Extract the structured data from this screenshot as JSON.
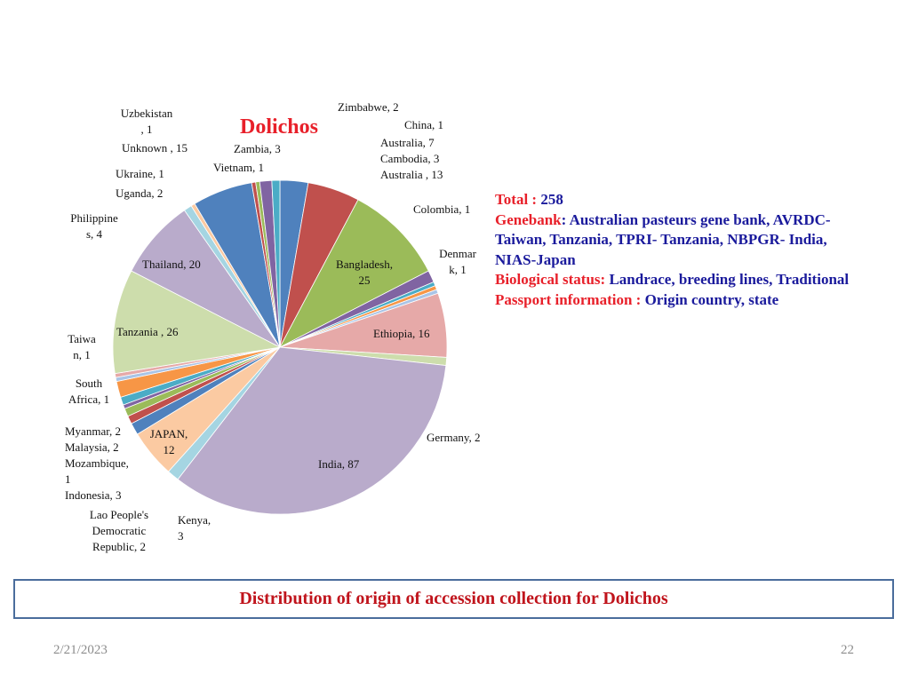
{
  "chart_data": {
    "type": "pie",
    "title": "Dolichos",
    "slices": [
      {
        "name": "Australia",
        "value": 7,
        "lines": [
          "Australia, 7"
        ]
      },
      {
        "name": "Australia",
        "value": 13,
        "lines": [
          "Australia , 13"
        ]
      },
      {
        "name": "Bangladesh",
        "value": 25,
        "lines": [
          "Bangladesh,",
          "25"
        ]
      },
      {
        "name": "Cambodia",
        "value": 3,
        "lines": [
          "Cambodia, 3"
        ]
      },
      {
        "name": "China",
        "value": 1,
        "lines": [
          "China, 1"
        ]
      },
      {
        "name": "Colombia",
        "value": 1,
        "lines": [
          "Colombia, 1"
        ]
      },
      {
        "name": "Denmark",
        "value": 1,
        "lines": [
          "Denmar",
          "k, 1"
        ]
      },
      {
        "name": "Ethiopia",
        "value": 16,
        "lines": [
          "Ethiopia, 16"
        ]
      },
      {
        "name": "Germany",
        "value": 2,
        "lines": [
          "Germany, 2"
        ]
      },
      {
        "name": "India",
        "value": 87,
        "lines": [
          "India, 87"
        ]
      },
      {
        "name": "Indonesia",
        "value": 3,
        "lines": [
          "Indonesia, 3"
        ]
      },
      {
        "name": "JAPAN",
        "value": 12,
        "lines": [
          "JAPAN,",
          "12"
        ]
      },
      {
        "name": "Kenya",
        "value": 3,
        "lines": [
          "Kenya,",
          "3"
        ]
      },
      {
        "name": "Lao People's Democratic Republic",
        "value": 2,
        "lines": [
          "Lao People's",
          "Democratic",
          "Republic, 2"
        ]
      },
      {
        "name": "Malaysia",
        "value": 2,
        "lines": [
          "Malaysia, 2"
        ]
      },
      {
        "name": "Mozambique",
        "value": 1,
        "lines": [
          "Mozambique,",
          "1"
        ]
      },
      {
        "name": "Myanmar",
        "value": 2,
        "lines": [
          "Myanmar, 2"
        ]
      },
      {
        "name": "Philippines",
        "value": 4,
        "lines": [
          "Philippine",
          "s, 4"
        ]
      },
      {
        "name": "South Africa",
        "value": 1,
        "lines": [
          "South",
          "Africa, 1"
        ]
      },
      {
        "name": "Taiwan",
        "value": 1,
        "lines": [
          "Taiwa",
          "n, 1"
        ]
      },
      {
        "name": "Tanzania",
        "value": 26,
        "lines": [
          "Tanzania , 26"
        ]
      },
      {
        "name": "Thailand",
        "value": 20,
        "lines": [
          "Thailand, 20"
        ]
      },
      {
        "name": "Uganda",
        "value": 2,
        "lines": [
          "Uganda, 2"
        ]
      },
      {
        "name": "Ukraine",
        "value": 1,
        "lines": [
          "Ukraine, 1"
        ]
      },
      {
        "name": "Unknown",
        "value": 15,
        "lines": [
          "Unknown , 15"
        ]
      },
      {
        "name": "Uzbekistan",
        "value": 1,
        "lines": [
          "Uzbekistan",
          ", 1"
        ]
      },
      {
        "name": "Vietnam",
        "value": 1,
        "lines": [
          "Vietnam, 1"
        ]
      },
      {
        "name": "Zambia",
        "value": 3,
        "lines": [
          "Zambia, 3"
        ]
      },
      {
        "name": "Zimbabwe",
        "value": 2,
        "lines": [
          "Zimbabwe, 2"
        ]
      }
    ],
    "colors": [
      "#4F81BD",
      "#C0504D",
      "#9BBB59",
      "#8064A2",
      "#4BACC6",
      "#F79646",
      "#A9C4E6",
      "#E6A9A8",
      "#CDDDAC",
      "#B9ABCB",
      "#A5D5E2",
      "#FBCAA2"
    ],
    "title_color": "#e8202a"
  },
  "info": {
    "total_label": "Total : ",
    "total_value": "258",
    "genebank_label": "Genebank",
    "genebank_value": ": Australian pasteurs gene bank, AVRDC-Taiwan, Tanzania, TPRI- Tanzania, NBPGR- India, NIAS-Japan",
    "bio_label": "Biological status:",
    "bio_value": " Landrace, breeding lines, Traditional",
    "passport_label": "Passport information : ",
    "passport_value": "Origin country, state"
  },
  "caption": "Distribution of origin of accession collection for Dolichos",
  "footer": {
    "date": "2/21/2023",
    "page": "22"
  }
}
